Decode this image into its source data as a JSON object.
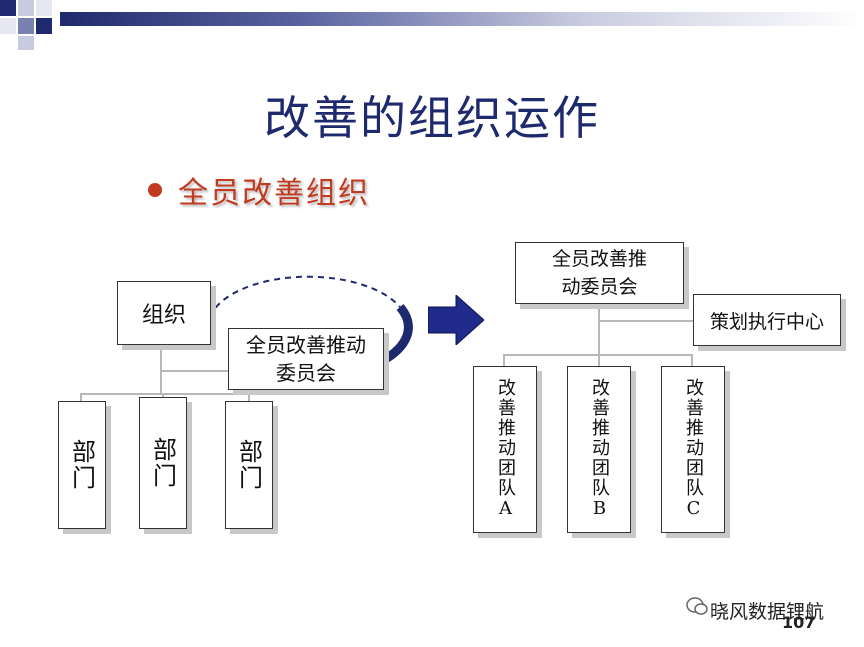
{
  "slide": {
    "title": "改善的组织运作",
    "subtitle": "全员改善组织",
    "page_number": "107"
  },
  "left_diagram": {
    "org_label": "组织",
    "committee_label": "全员改善推动委员会",
    "departments": [
      "部门",
      "部门",
      "部门"
    ]
  },
  "right_diagram": {
    "committee_label": "全员改善推动委员会",
    "center_label": "策划执行中心",
    "teams": [
      "改善推动团队A",
      "改善推动团队B",
      "改善推动团队C"
    ]
  },
  "footer": {
    "watermark": "晓风数据锂航"
  },
  "colors": {
    "title": "#1f2a6e",
    "subtitle": "#c23a1f",
    "arrow": "#1f2a8a"
  }
}
